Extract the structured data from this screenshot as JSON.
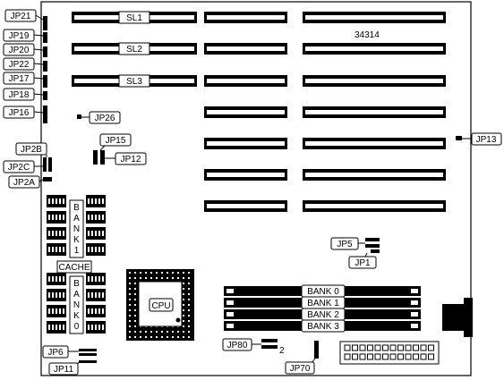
{
  "board_number": "34314",
  "slot_labels": [
    "SL1",
    "SL2",
    "SL3"
  ],
  "jumpers": {
    "jp21": "JP21",
    "jp19": "JP19",
    "jp20": "JP20",
    "jp22": "JP22",
    "jp17": "JP17",
    "jp18": "JP18",
    "jp16": "JP16",
    "jp26": "JP26",
    "jp15": "JP15",
    "jp12": "JP12",
    "jp2b": "JP2B",
    "jp2c": "JP2C",
    "jp2a": "JP2A",
    "jp13": "JP13",
    "jp5": "JP5",
    "jp1": "JP1",
    "jp6": "JP6",
    "jp11": "JP11",
    "jp80": "JP80",
    "jp70": "JP70"
  },
  "jp80_pin": "2",
  "memory_banks": [
    "BANK 0",
    "BANK 1",
    "BANK 2",
    "BANK 3"
  ],
  "cache_label": "CACHE",
  "cache_bank1": [
    "B",
    "A",
    "N",
    "K",
    "1"
  ],
  "cache_bank0": [
    "B",
    "A",
    "N",
    "K",
    "0"
  ],
  "cpu_label": "CPU",
  "colors": {
    "line": "#000000",
    "background": "#ffffff"
  }
}
